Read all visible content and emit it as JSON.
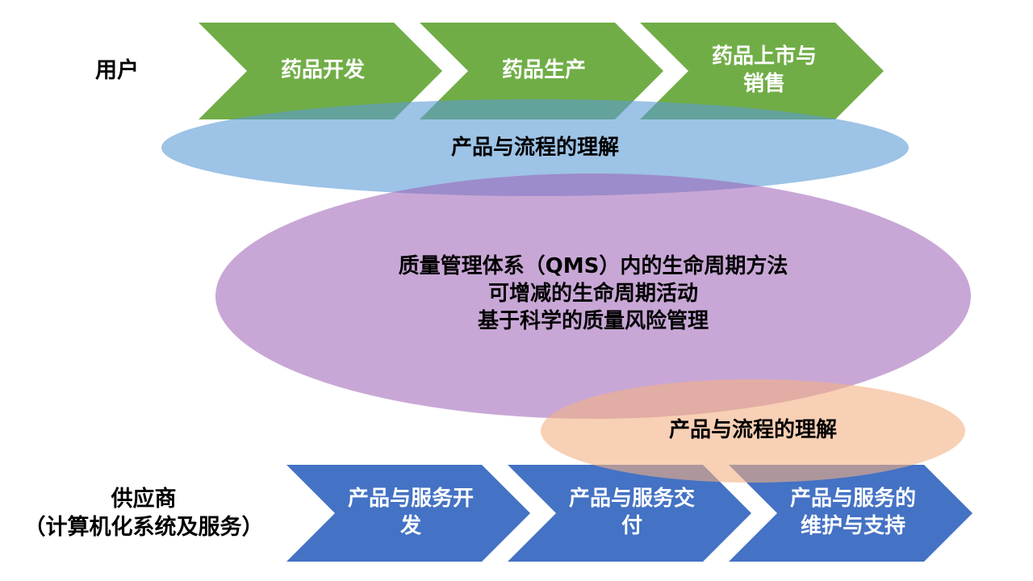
{
  "colors": {
    "green_chevron": "#70AD47",
    "blue_chevron": "#4472C4",
    "blue_ellipse": "#5B9BD5",
    "purple_ellipse": "#9B5FB4",
    "orange_ellipse": "#F4B183"
  },
  "user_label": "用户",
  "supplier_label": {
    "line1": "供应商",
    "line2": "（计算机化系统及服务）"
  },
  "user_steps": [
    {
      "line1": "药品开发",
      "line2": ""
    },
    {
      "line1": "药品生产",
      "line2": ""
    },
    {
      "line1": "药品上市与",
      "line2": "销售"
    }
  ],
  "supplier_steps": [
    {
      "line1": "产品与服务开",
      "line2": "发"
    },
    {
      "line1": "产品与服务交",
      "line2": "付"
    },
    {
      "line1": "产品与服务的",
      "line2": "维护与支持"
    }
  ],
  "top_ellipse_text": "产品与流程的理解",
  "center_ellipse_lines": [
    "质量管理体系（QMS）内的生命周期方法",
    "可增减的生命周期活动",
    "基于科学的质量风险管理"
  ],
  "bottom_ellipse_text": "产品与流程的理解"
}
